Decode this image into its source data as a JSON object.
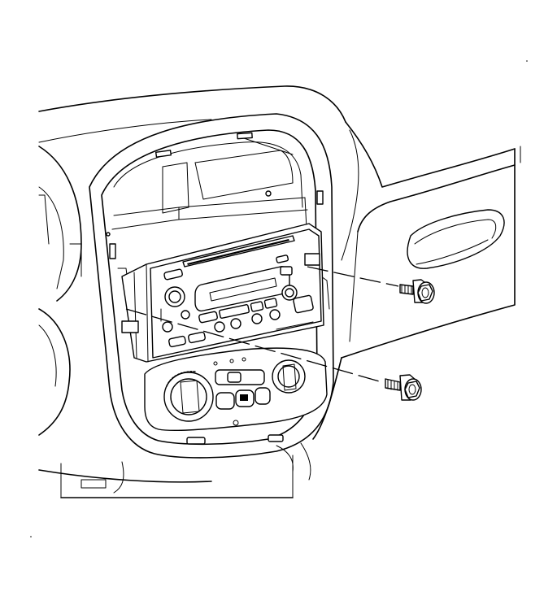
{
  "figure": {
    "background": "#ffffff",
    "line_color": "#000000",
    "components": [
      "instrument-panel",
      "radio-bezel-opening",
      "radio-unit",
      "heater-control",
      "radio-mounting-screw-upper",
      "radio-mounting-screw-lower",
      "glove-box-door"
    ]
  }
}
